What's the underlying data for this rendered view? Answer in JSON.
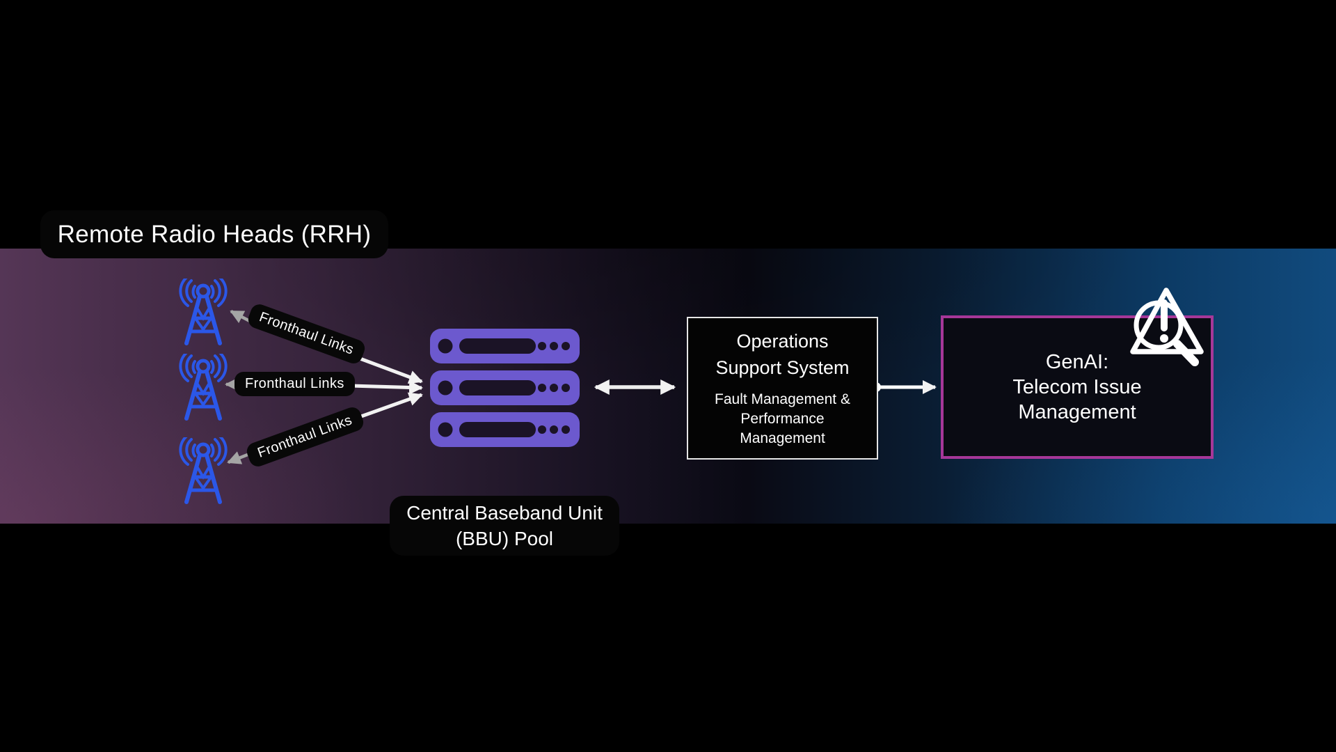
{
  "diagram": {
    "title": "Remote Radio Heads (RRH)",
    "fronthaul": {
      "labels": [
        "Fronthaul Links",
        "Fronthaul Links",
        "Fronthaul Links"
      ]
    },
    "bbu": {
      "label_line1": "Central Baseband Unit",
      "label_line2": "(BBU) Pool"
    },
    "oss": {
      "title_line1": "Operations",
      "title_line2": "Support System",
      "subtitle_line1": "Fault Management &",
      "subtitle_line2": "Performance",
      "subtitle_line3": "Management"
    },
    "genai": {
      "line1": "GenAI:",
      "line2": "Telecom Issue",
      "line3": "Management"
    }
  },
  "colors": {
    "background": "#000000",
    "band_left_purple": "#553656",
    "band_right_blue": "#114b7e",
    "tower_blue": "#2b57e8",
    "server_purple": "#6c59ce",
    "server_slot_dark": "#1b1326",
    "genai_border_magenta": "#a63798",
    "arrow_gray": "#a5a5a5",
    "arrow_white": "#f2f2f2",
    "label_pill_black": "#060606"
  },
  "icons": {
    "tower": "radio-tower-icon",
    "server": "server-stack-icon",
    "warning": "warning-magnifier-search-icon"
  }
}
